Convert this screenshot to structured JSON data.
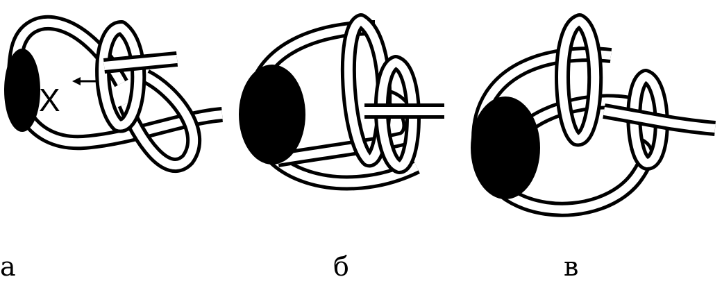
{
  "figure": {
    "panels": [
      {
        "id": "a",
        "label": "а",
        "mark": "X"
      },
      {
        "id": "b",
        "label": "б"
      },
      {
        "id": "v",
        "label": "в"
      }
    ],
    "colors": {
      "rope": "#000000",
      "rope_core": "#ffffff",
      "post": "#000000",
      "background": "#ffffff"
    }
  }
}
